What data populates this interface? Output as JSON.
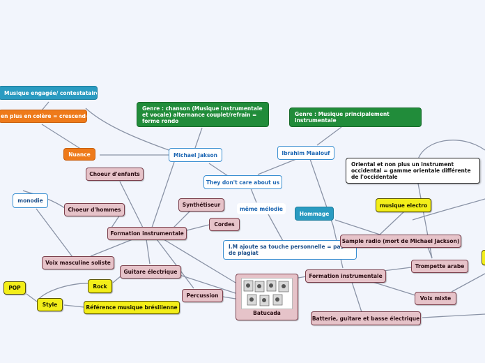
{
  "nodes": {
    "musique_engagee": "Musique engagée/ contestataire",
    "colere": "en plus en colère = crescendo",
    "nuance": "Nuance",
    "genre_chanson": "Genre : chanson (Musique instrumentale et vocale) alternance couplet/refrain = forme rondo",
    "michael_jackson": "Michael Jakson",
    "choeur_enfants": "Choeur d'enfants",
    "monodie": "monodie",
    "choeur_hommes": "Choeur d'hommes",
    "synthetiseur": "Synthétiseur",
    "cordes": "Cordes",
    "formation_left": "Formation instrumentale",
    "voix_masculine": "Voix masculine soliste",
    "guitare_electrique": "Guitare électrique",
    "percussion": "Percussion",
    "rock": "Rock",
    "pop": "POP",
    "style": "Style",
    "ref_bresilienne": "Référence musique brésilienne",
    "batucada": "Batucada",
    "theme": "They don't care about us",
    "meme_melodie": "même mélodie",
    "im_ajoute": "I.M ajoute sa touche personnelle = pas de plagiat",
    "ibrahim": "Ibrahim Maalouf",
    "genre_instrumentale": "Genre : Musique principalement instrumentale",
    "hommage": "Hommage",
    "oriental": "Oriental et non plus un instrument occidental = gamme orientale différente de l'occidentale",
    "musique_electro": "musique electro",
    "sample_radio": "Sample radio (mort de Michael Jackson)",
    "formation_right": "Formation instrumentale",
    "trompette": "Trompette arabe",
    "voix_mixte": "Voix mixte",
    "batterie": "Batterie, guitare et basse électrique"
  }
}
